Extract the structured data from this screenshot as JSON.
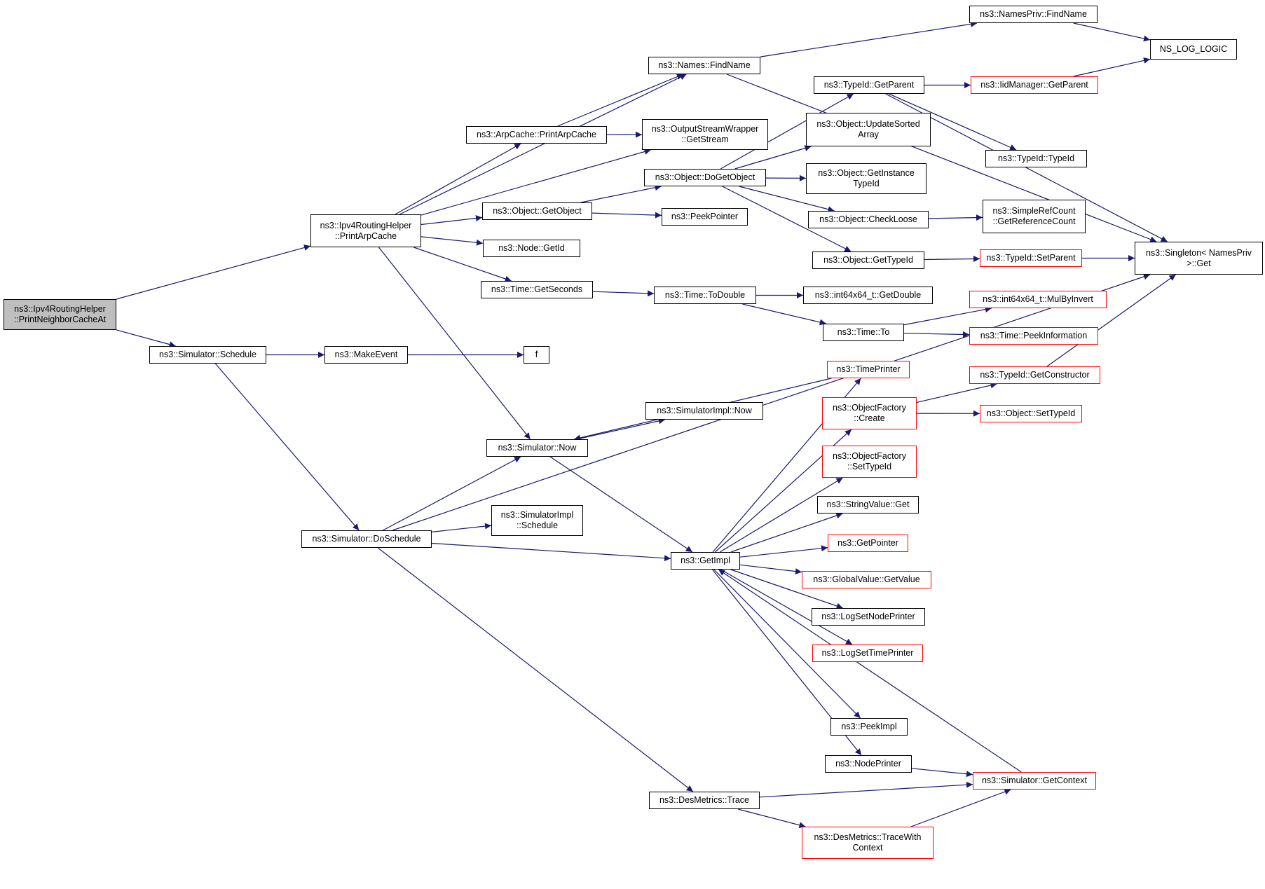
{
  "graph": {
    "colors": {
      "edge": "#191970",
      "node_border": "#000000",
      "truncated_node_border": "#ff0000",
      "root_node_fill": "#bfbfbf",
      "background": "#ffffff"
    },
    "nodes": [
      {
        "id": "root",
        "label": "ns3::Ipv4RoutingHelper\n::PrintNeighborCacheAt",
        "style": "grey"
      },
      {
        "id": "printarpcache",
        "label": "ns3::Ipv4RoutingHelper\n::PrintArpCache",
        "style": "normal"
      },
      {
        "id": "sim_schedule",
        "label": "ns3::Simulator::Schedule",
        "style": "normal"
      },
      {
        "id": "makeevent",
        "label": "ns3::MakeEvent",
        "style": "normal"
      },
      {
        "id": "f",
        "label": "f",
        "style": "normal"
      },
      {
        "id": "sim_doschedule",
        "label": "ns3::Simulator::DoSchedule",
        "style": "normal"
      },
      {
        "id": "sim_now",
        "label": "ns3::Simulator::Now",
        "style": "normal"
      },
      {
        "id": "simimpl_now",
        "label": "ns3::SimulatorImpl::Now",
        "style": "normal"
      },
      {
        "id": "simimpl_schedule",
        "label": "ns3::SimulatorImpl\n::Schedule",
        "style": "normal"
      },
      {
        "id": "getimpl",
        "label": "ns3::GetImpl",
        "style": "normal"
      },
      {
        "id": "desmetrics_trace",
        "label": "ns3::DesMetrics::Trace",
        "style": "normal"
      },
      {
        "id": "desmetrics_tracewith",
        "label": "ns3::DesMetrics::TraceWith\nContext",
        "style": "red"
      },
      {
        "id": "sim_getcontext",
        "label": "ns3::Simulator::GetContext",
        "style": "red"
      },
      {
        "id": "names_findname",
        "label": "ns3::Names::FindName",
        "style": "normal"
      },
      {
        "id": "namespriv_findname",
        "label": "ns3::NamesPriv::FindName",
        "style": "normal"
      },
      {
        "id": "ns_log_logic",
        "label": "NS_LOG_LOGIC",
        "style": "normal"
      },
      {
        "id": "arpcache_print",
        "label": "ns3::ArpCache::PrintArpCache",
        "style": "normal"
      },
      {
        "id": "osw_getstream",
        "label": "ns3::OutputStreamWrapper\n::GetStream",
        "style": "normal"
      },
      {
        "id": "object_getobject",
        "label": "ns3::Object::GetObject",
        "style": "normal"
      },
      {
        "id": "object_dogetobject",
        "label": "ns3::Object::DoGetObject",
        "style": "normal"
      },
      {
        "id": "peekpointer",
        "label": "ns3::PeekPointer",
        "style": "normal"
      },
      {
        "id": "node_getid",
        "label": "ns3::Node::GetId",
        "style": "normal"
      },
      {
        "id": "time_getseconds",
        "label": "ns3::Time::GetSeconds",
        "style": "normal"
      },
      {
        "id": "time_todouble",
        "label": "ns3::Time::ToDouble",
        "style": "normal"
      },
      {
        "id": "int64_getdouble",
        "label": "ns3::int64x64_t::GetDouble",
        "style": "normal"
      },
      {
        "id": "time_to",
        "label": "ns3::Time::To",
        "style": "normal"
      },
      {
        "id": "int64_mulbyinvert",
        "label": "ns3::int64x64_t::MulByInvert",
        "style": "red"
      },
      {
        "id": "time_peekinfo",
        "label": "ns3::Time::PeekInformation",
        "style": "red"
      },
      {
        "id": "typeid_getparent",
        "label": "ns3::TypeId::GetParent",
        "style": "normal"
      },
      {
        "id": "iidmanager_getparent",
        "label": "ns3::IidManager::GetParent",
        "style": "red"
      },
      {
        "id": "typeid_typeid",
        "label": "ns3::TypeId::TypeId",
        "style": "normal"
      },
      {
        "id": "object_updatesorted",
        "label": "ns3::Object::UpdateSorted\nArray",
        "style": "normal"
      },
      {
        "id": "object_getinstance",
        "label": "ns3::Object::GetInstance\nTypeId",
        "style": "normal"
      },
      {
        "id": "object_checkloose",
        "label": "ns3::Object::CheckLoose",
        "style": "normal"
      },
      {
        "id": "simplerefcount",
        "label": "ns3::SimpleRefCount\n::GetReferenceCount",
        "style": "normal"
      },
      {
        "id": "object_gettypeid",
        "label": "ns3::Object::GetTypeId",
        "style": "normal"
      },
      {
        "id": "typeid_setparent",
        "label": "ns3::TypeId::SetParent",
        "style": "red"
      },
      {
        "id": "singleton_get",
        "label": "ns3::Singleton< NamesPriv\n>::Get",
        "style": "normal"
      },
      {
        "id": "timeprinter",
        "label": "ns3::TimePrinter",
        "style": "red"
      },
      {
        "id": "objectfactory_create",
        "label": "ns3::ObjectFactory\n::Create",
        "style": "red"
      },
      {
        "id": "typeid_getconstructor",
        "label": "ns3::TypeId::GetConstructor",
        "style": "red"
      },
      {
        "id": "object_settypeid",
        "label": "ns3::Object::SetTypeId",
        "style": "red"
      },
      {
        "id": "objectfactory_settypeid",
        "label": "ns3::ObjectFactory\n::SetTypeId",
        "style": "red"
      },
      {
        "id": "stringvalue_get",
        "label": "ns3::StringValue::Get",
        "style": "normal"
      },
      {
        "id": "getpointer",
        "label": "ns3::GetPointer",
        "style": "red"
      },
      {
        "id": "globalvalue_getvalue",
        "label": "ns3::GlobalValue::GetValue",
        "style": "red"
      },
      {
        "id": "logsetnodeprinter",
        "label": "ns3::LogSetNodePrinter",
        "style": "normal"
      },
      {
        "id": "logsettimeprinter",
        "label": "ns3::LogSetTimePrinter",
        "style": "red"
      },
      {
        "id": "peekimpl",
        "label": "ns3::PeekImpl",
        "style": "normal"
      },
      {
        "id": "nodeprinter",
        "label": "ns3::NodePrinter",
        "style": "normal"
      }
    ]
  }
}
